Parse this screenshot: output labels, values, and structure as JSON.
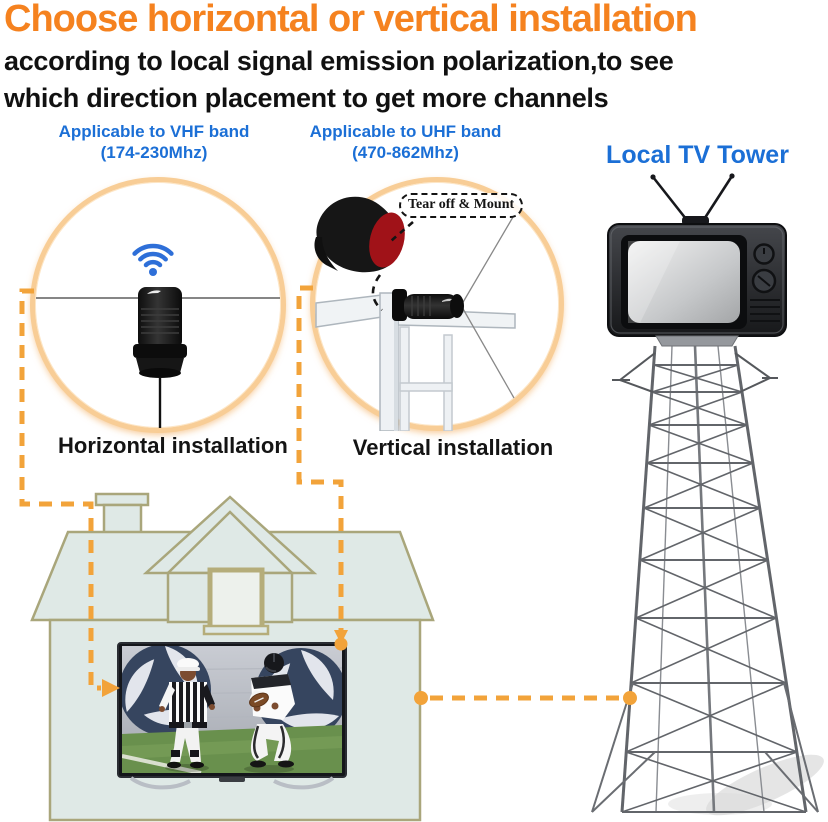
{
  "header": {
    "title": "Choose horizontal or vertical installation",
    "subtitle_line1": "according to local signal emission polarization,to see",
    "subtitle_line2": "which direction placement to get more channels"
  },
  "circles": {
    "vhf": {
      "label_line1": "Applicable to VHF band",
      "label_line2": "(174-230Mhz)",
      "caption": "Horizontal installation"
    },
    "uhf": {
      "label_line1": "Applicable to UHF band",
      "label_line2": "(470-862Mhz)",
      "caption": "Vertical installation",
      "callout": "Tear off & Mount"
    }
  },
  "tower": {
    "label": "Local TV Tower"
  },
  "icons": {
    "wifi_icon": "wifi-signal",
    "right_arrow_icon": "arrow-right",
    "connector_dot_icon": "dot",
    "suction_cup_icon": "suction-cup",
    "antenna_icon": "tv-antenna"
  },
  "colors": {
    "title_orange": "#F5821F",
    "label_blue": "#1B6FD6",
    "dashed_orange": "#F2A33A",
    "house_fill": "#DFE9E6",
    "house_outline": "#A9A67B",
    "suction_red": "#A01218",
    "wifi_blue": "#2E6FD8",
    "text_black": "#111111",
    "circle_ring": "#F8CD96"
  }
}
